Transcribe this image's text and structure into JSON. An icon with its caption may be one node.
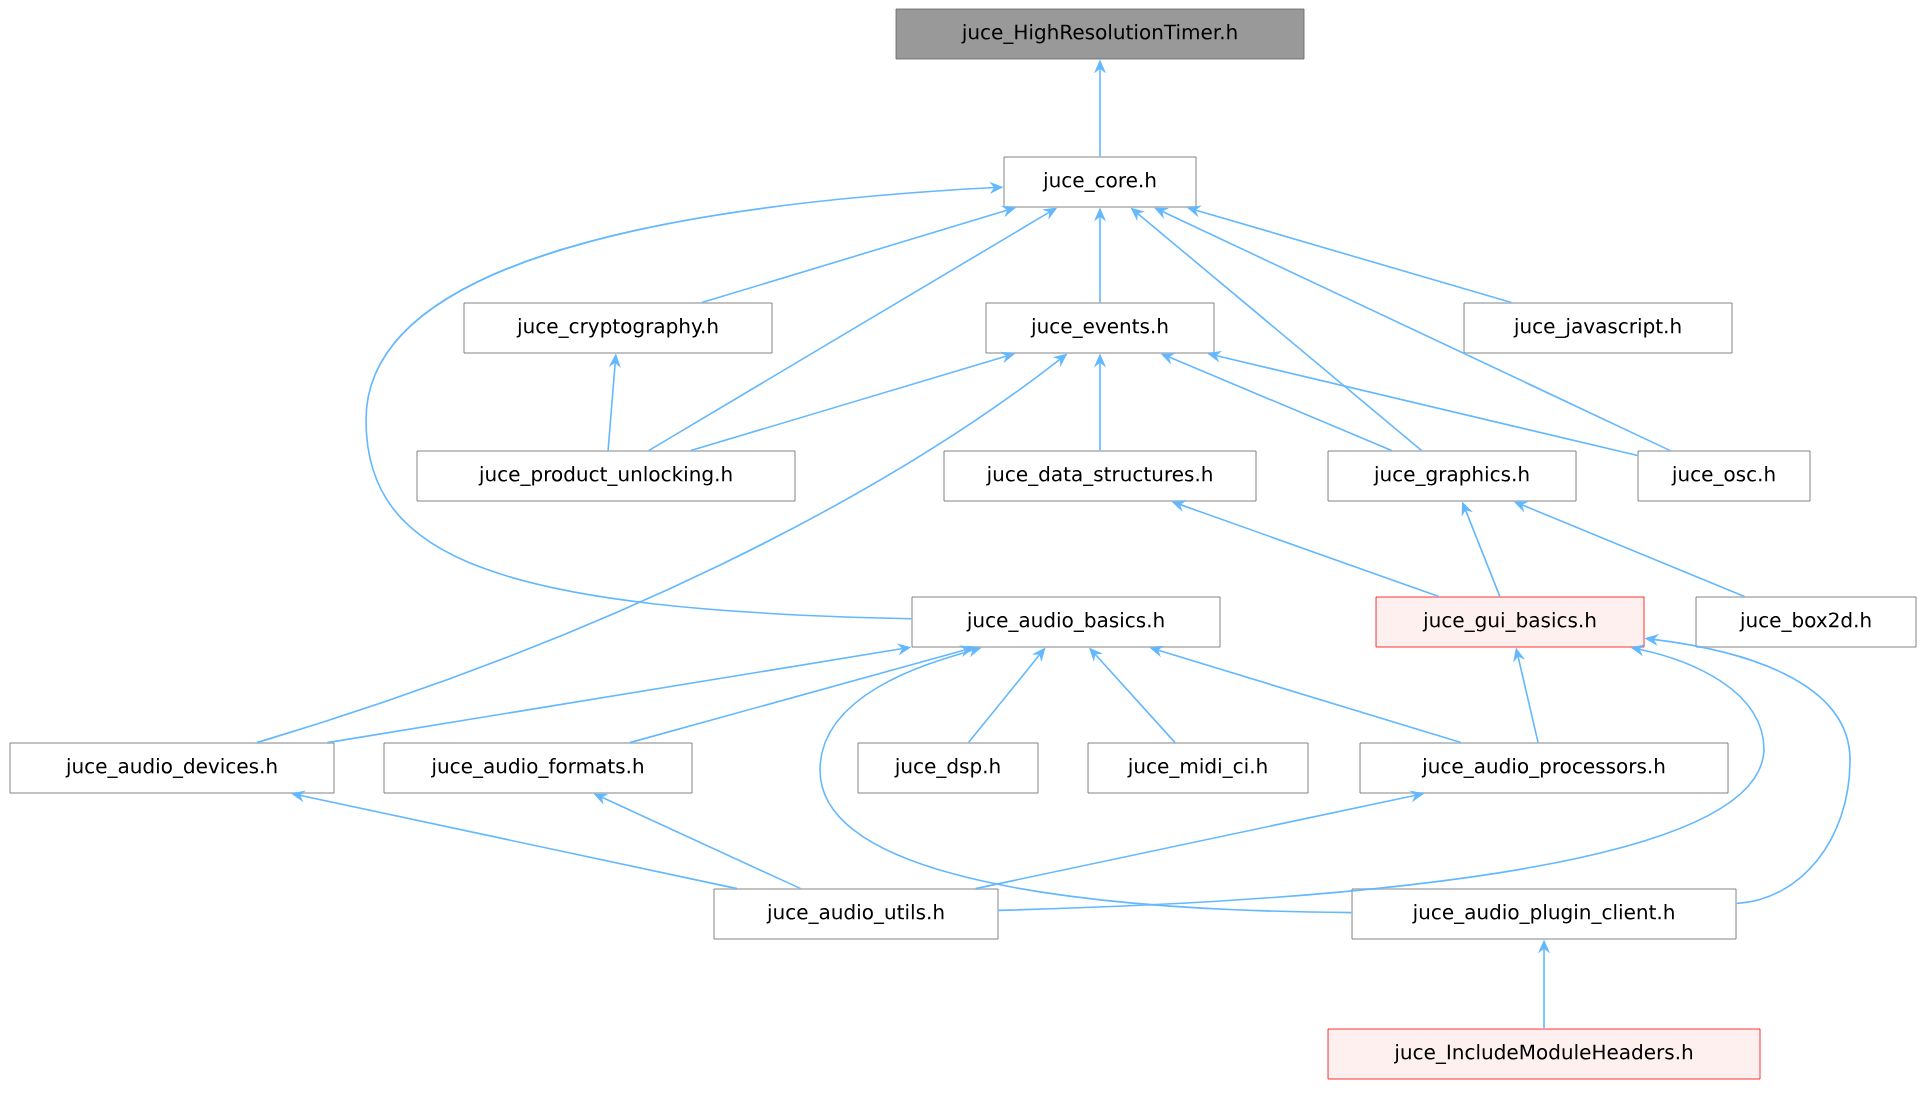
{
  "diagram": {
    "nodes": [
      {
        "text": [
          "juce_HighResolutionTimer.h"
        ]
      },
      {
        "text": [
          "juce_core.h"
        ]
      },
      {
        "text": [
          "juce_cryptography.h"
        ]
      },
      {
        "text": [
          "juce_events.h"
        ]
      },
      {
        "text": [
          "juce_javascript.h"
        ]
      },
      {
        "text": [
          "juce_product_unlocking.h"
        ]
      },
      {
        "text": [
          "juce_data_structures.h"
        ]
      },
      {
        "text": [
          "juce_graphics.h"
        ]
      },
      {
        "text": [
          "juce_osc.h"
        ]
      },
      {
        "text": [
          "juce_audio_basics.h"
        ]
      },
      {
        "text": [
          "juce_gui_basics.h"
        ]
      },
      {
        "text": [
          "juce_box2d.h"
        ]
      },
      {
        "text": [
          "juce_audio_devices.h"
        ]
      },
      {
        "text": [
          "juce_audio_formats.h"
        ]
      },
      {
        "text": [
          "juce_dsp.h"
        ]
      },
      {
        "text": [
          "juce_midi_ci.h"
        ]
      },
      {
        "text": [
          "juce_audio_processors.h"
        ]
      },
      {
        "text": [
          "juce_audio_utils.h"
        ]
      },
      {
        "text": [
          "juce_audio_plugin_client.h"
        ]
      },
      {
        "text": [
          "juce_IncludeModuleHeaders.h"
        ]
      }
    ],
    "edges": [
      {
        "from": 1,
        "to": 0,
        "arrow": "to"
      },
      {
        "from": 2,
        "to": 1,
        "arrow": "to"
      },
      {
        "from": 3,
        "to": 1,
        "arrow": "to"
      },
      {
        "from": 4,
        "to": 1,
        "arrow": "to"
      },
      {
        "from": 5,
        "to": 1,
        "arrow": "to"
      },
      {
        "from": 7,
        "to": 1,
        "arrow": "to"
      },
      {
        "from": 8,
        "to": 1,
        "arrow": "to"
      },
      {
        "from": 9,
        "to": 1,
        "arrow": "to"
      },
      {
        "from": 5,
        "to": 2,
        "arrow": "to"
      },
      {
        "from": 5,
        "to": 3,
        "arrow": "to"
      },
      {
        "from": 6,
        "to": 3,
        "arrow": "to"
      },
      {
        "from": 7,
        "to": 3,
        "arrow": "to"
      },
      {
        "from": 8,
        "to": 3,
        "arrow": "to"
      },
      {
        "from": 12,
        "to": 3,
        "arrow": "to"
      },
      {
        "from": 10,
        "to": 6,
        "arrow": "to"
      },
      {
        "from": 10,
        "to": 7,
        "arrow": "to"
      },
      {
        "from": 11,
        "to": 7,
        "arrow": "to"
      },
      {
        "from": 12,
        "to": 9,
        "arrow": "to"
      },
      {
        "from": 13,
        "to": 9,
        "arrow": "to"
      },
      {
        "from": 14,
        "to": 9,
        "arrow": "to"
      },
      {
        "from": 15,
        "to": 9,
        "arrow": "to"
      },
      {
        "from": 16,
        "to": 9,
        "arrow": "to"
      },
      {
        "from": 18,
        "to": 9,
        "arrow": "to"
      },
      {
        "from": 17,
        "to": 12,
        "arrow": "to"
      },
      {
        "from": 17,
        "to": 13,
        "arrow": "to"
      },
      {
        "from": 17,
        "to": 16,
        "arrow": "to"
      },
      {
        "from": 17,
        "to": 10,
        "arrow": "to"
      },
      {
        "from": 16,
        "to": 10,
        "arrow": "to"
      },
      {
        "from": 18,
        "to": 10,
        "arrow": "to"
      },
      {
        "from": 19,
        "to": 18,
        "arrow": "to"
      }
    ]
  }
}
